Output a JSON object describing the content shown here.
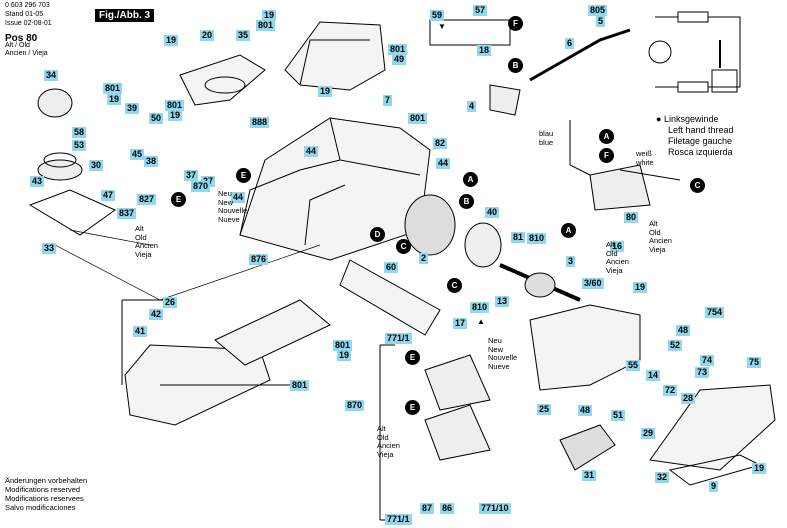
{
  "header": {
    "part_number": "0 603 296 703",
    "stand": "Stand  01-05",
    "issue": "Issue  02-08-01",
    "fig": "Fig./Abb. 3",
    "pos": "Pos 80",
    "pos_variants": "Alt / Old\nAncien / Vieja"
  },
  "labels": [
    {
      "id": "19a",
      "text": "19"
    },
    {
      "id": "801a",
      "text": "801"
    },
    {
      "id": "20",
      "text": "20"
    },
    {
      "id": "35",
      "text": "35"
    },
    {
      "id": "19b",
      "text": "19"
    },
    {
      "id": "34",
      "text": "34"
    },
    {
      "id": "801b",
      "text": "801"
    },
    {
      "id": "19c",
      "text": "19"
    },
    {
      "id": "39",
      "text": "39"
    },
    {
      "id": "801c",
      "text": "801"
    },
    {
      "id": "19d",
      "text": "19"
    },
    {
      "id": "50",
      "text": "50"
    },
    {
      "id": "45",
      "text": "45"
    },
    {
      "id": "38",
      "text": "38"
    },
    {
      "id": "58",
      "text": "58"
    },
    {
      "id": "53",
      "text": "53"
    },
    {
      "id": "30",
      "text": "30"
    },
    {
      "id": "43",
      "text": "43"
    },
    {
      "id": "47",
      "text": "47"
    },
    {
      "id": "827",
      "text": "827"
    },
    {
      "id": "837",
      "text": "837"
    },
    {
      "id": "33",
      "text": "33"
    },
    {
      "id": "37",
      "text": "37"
    },
    {
      "id": "27",
      "text": "27"
    },
    {
      "id": "870a",
      "text": "870"
    },
    {
      "id": "888",
      "text": "888"
    },
    {
      "id": "19e",
      "text": "19"
    },
    {
      "id": "7",
      "text": "7"
    },
    {
      "id": "801d",
      "text": "801"
    },
    {
      "id": "801e",
      "text": "801"
    },
    {
      "id": "49",
      "text": "49"
    },
    {
      "id": "59",
      "text": "59"
    },
    {
      "id": "57",
      "text": "57"
    },
    {
      "id": "18",
      "text": "18"
    },
    {
      "id": "4",
      "text": "4"
    },
    {
      "id": "805",
      "text": "805"
    },
    {
      "id": "5",
      "text": "5"
    },
    {
      "id": "6",
      "text": "6"
    },
    {
      "id": "44a",
      "text": "44"
    },
    {
      "id": "82",
      "text": "82"
    },
    {
      "id": "44b",
      "text": "44"
    },
    {
      "id": "44c",
      "text": "44"
    },
    {
      "id": "40",
      "text": "40"
    },
    {
      "id": "876",
      "text": "876"
    },
    {
      "id": "60",
      "text": "60"
    },
    {
      "id": "2",
      "text": "2"
    },
    {
      "id": "81",
      "text": "81"
    },
    {
      "id": "810a",
      "text": "810"
    },
    {
      "id": "16",
      "text": "16"
    },
    {
      "id": "80",
      "text": "80"
    },
    {
      "id": "3",
      "text": "3"
    },
    {
      "id": "3_60",
      "text": "3/60"
    },
    {
      "id": "19f",
      "text": "19"
    },
    {
      "id": "26",
      "text": "26"
    },
    {
      "id": "42",
      "text": "42"
    },
    {
      "id": "41",
      "text": "41"
    },
    {
      "id": "810b",
      "text": "810"
    },
    {
      "id": "13",
      "text": "13"
    },
    {
      "id": "17",
      "text": "17"
    },
    {
      "id": "801f",
      "text": "801"
    },
    {
      "id": "19g",
      "text": "19"
    },
    {
      "id": "801g",
      "text": "801"
    },
    {
      "id": "771_1a",
      "text": "771/1"
    },
    {
      "id": "754",
      "text": "754"
    },
    {
      "id": "48a",
      "text": "48"
    },
    {
      "id": "52",
      "text": "52"
    },
    {
      "id": "74",
      "text": "74"
    },
    {
      "id": "73",
      "text": "73"
    },
    {
      "id": "75",
      "text": "75"
    },
    {
      "id": "55",
      "text": "55"
    },
    {
      "id": "14",
      "text": "14"
    },
    {
      "id": "72",
      "text": "72"
    },
    {
      "id": "28",
      "text": "28"
    },
    {
      "id": "870b",
      "text": "870"
    },
    {
      "id": "25",
      "text": "25"
    },
    {
      "id": "48b",
      "text": "48"
    },
    {
      "id": "51",
      "text": "51"
    },
    {
      "id": "29",
      "text": "29"
    },
    {
      "id": "31",
      "text": "31"
    },
    {
      "id": "32",
      "text": "32"
    },
    {
      "id": "19h",
      "text": "19"
    },
    {
      "id": "9",
      "text": "9"
    },
    {
      "id": "87",
      "text": "87"
    },
    {
      "id": "86",
      "text": "86"
    },
    {
      "id": "771_10",
      "text": "771/10"
    },
    {
      "id": "771_1b",
      "text": "771/1"
    }
  ],
  "callouts": [
    {
      "id": "A1",
      "text": "A"
    },
    {
      "id": "B1",
      "text": "B"
    },
    {
      "id": "C1",
      "text": "C"
    },
    {
      "id": "D1",
      "text": "D"
    },
    {
      "id": "E1",
      "text": "E"
    },
    {
      "id": "E2",
      "text": "E"
    },
    {
      "id": "F1",
      "text": "F"
    },
    {
      "id": "B2",
      "text": "B"
    },
    {
      "id": "A2",
      "text": "A"
    },
    {
      "id": "F2",
      "text": "F"
    },
    {
      "id": "C2",
      "text": "C"
    },
    {
      "id": "A3",
      "text": "A"
    },
    {
      "id": "C3",
      "text": "C"
    },
    {
      "id": "E3",
      "text": "E"
    },
    {
      "id": "E4",
      "text": "E"
    }
  ],
  "texts": {
    "variant_870": "Alt\nOld\nAncien\nVieja",
    "variant_837": "Alt\nOld\nAncien\nVieja",
    "variant_16": "Alt\nOld\nAncien\nVieja",
    "variant_80": "Alt\nOld\nAncien\nVieja",
    "new_870": "Neu\nNew\nNouvelle\nNueve",
    "new_771": "Neu\nNew\nNouvelle\nNueve",
    "old_771": "Alt\nOld\nAncien\nVieja",
    "blue": "blau\nblue",
    "white": "weiß\nwhite"
  },
  "legend": {
    "bullet": "●",
    "lines": [
      "Linksgewinde",
      "Left hand thread",
      "Filetage gauche",
      "Rosca izquierda"
    ]
  },
  "footer": {
    "lines": [
      "Änderungen vorbehalten",
      "Modifications reserved",
      "Modifications reservees",
      "Salvo modificaciones"
    ]
  }
}
